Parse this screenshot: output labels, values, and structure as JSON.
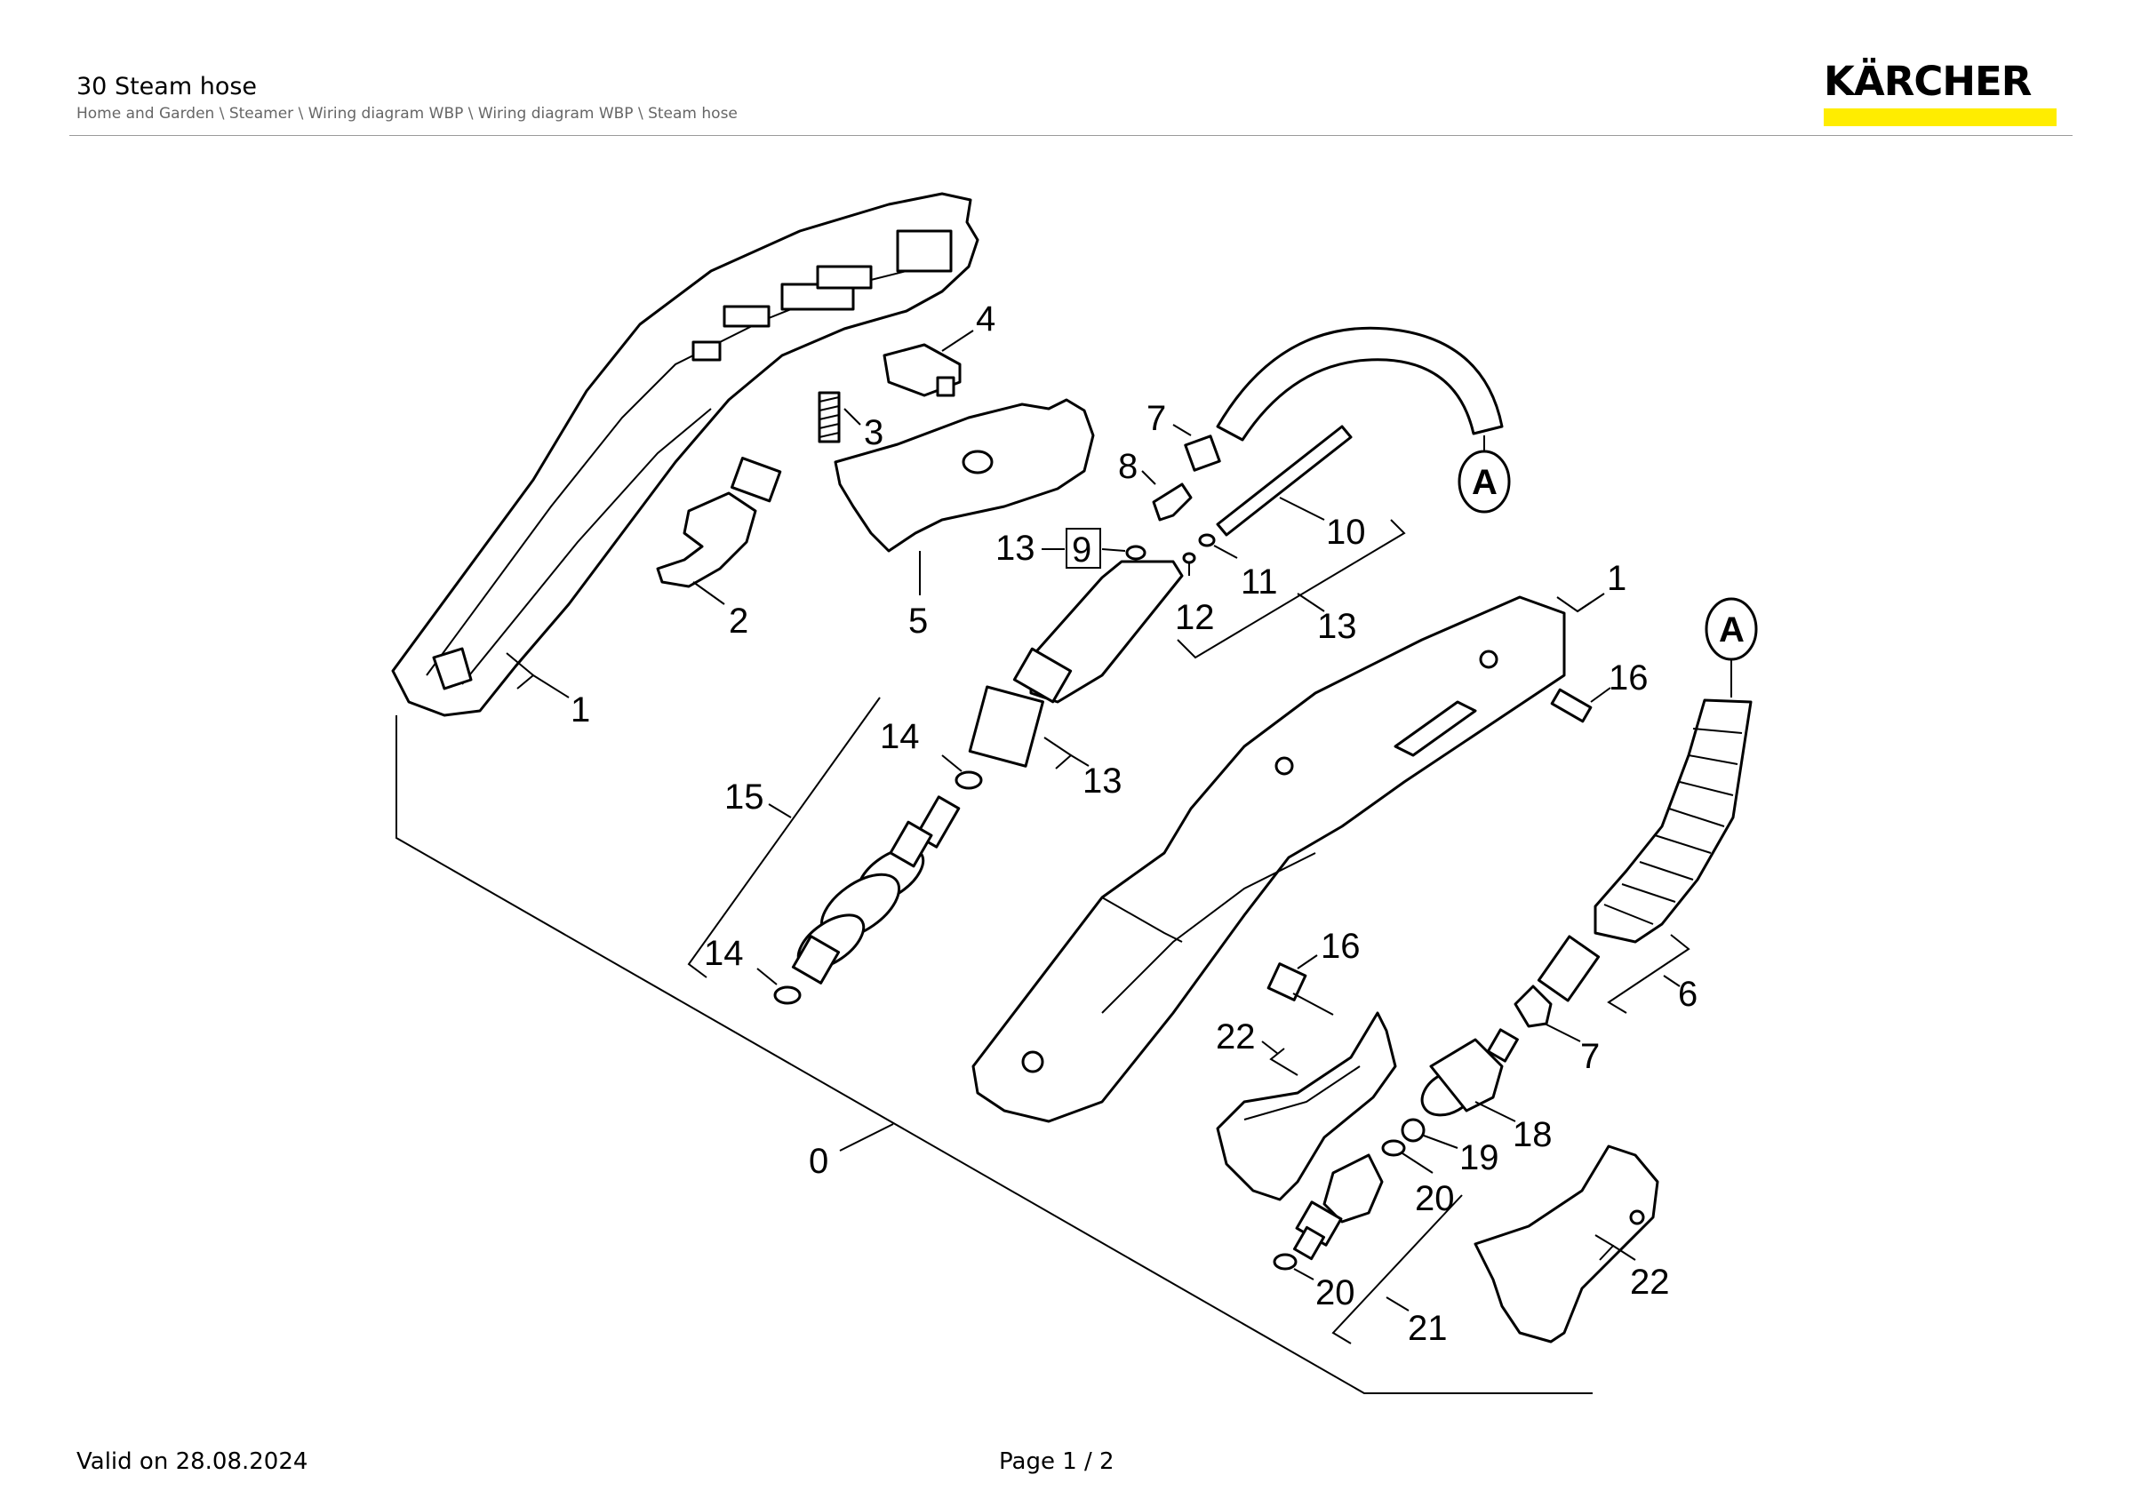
{
  "header": {
    "title": "30 Steam hose",
    "breadcrumb": "Home and Garden \\ Steamer \\ Wiring diagram WBP \\ Wiring diagram WBP \\ Steam hose"
  },
  "brand": {
    "logo_text": "KÄRCHER",
    "accent_color": "#ffed00"
  },
  "footer": {
    "valid": "Valid on 28.08.2024",
    "page": "Page 1 / 2"
  },
  "diagram": {
    "labels": {
      "l0": "0",
      "l1a": "1",
      "l1b": "1",
      "l2": "2",
      "l3": "3",
      "l4": "4",
      "l5": "5",
      "l6": "6",
      "l7a": "7",
      "l7b": "7",
      "l8": "8",
      "l9": "9",
      "l10": "10",
      "l11": "11",
      "l12": "12",
      "l13a": "13",
      "l13b": "13",
      "l13c": "13",
      "l14a": "14",
      "l14b": "14",
      "l15": "15",
      "l16a": "16",
      "l16b": "16",
      "l18": "18",
      "l19": "19",
      "l20a": "20",
      "l20b": "20",
      "l21": "21",
      "l22a": "22",
      "l22b": "22",
      "ref_a1": "A",
      "ref_a2": "A"
    }
  }
}
